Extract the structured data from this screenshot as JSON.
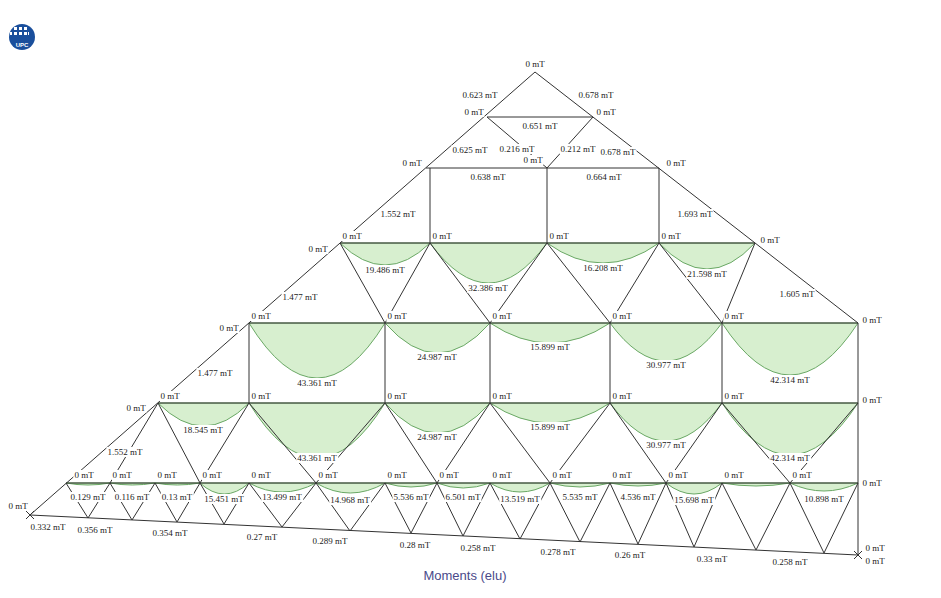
{
  "diagram": {
    "caption": "Moments (elu)",
    "labels": [
      "UPC",
      "0 mT",
      "0.623 mT",
      "0.678 mT",
      "0 mT",
      "0 mT",
      "0.651 mT",
      "0.625 mT",
      "0.216 mT",
      "0.212 mT",
      "0.678 mT",
      "0 mT",
      "0.638 mT",
      "0 mT",
      "0.664 mT",
      "0 mT",
      "1.552 mT",
      "1.693 mT",
      "0 mT",
      "0 mT",
      "0 mT",
      "0 mT",
      "0 mT",
      "0 mT",
      "19.486 mT",
      "32.386 mT",
      "16.208 mT",
      "21.598 mT",
      "1.477 mT",
      "1.605 mT",
      "0 mT",
      "0 mT",
      "0 mT",
      "0 mT",
      "0 mT",
      "0 mT",
      "0 mT",
      "43.361 mT",
      "24.987 mT",
      "15.899 mT",
      "30.977 mT",
      "42.314 mT",
      "1.477 mT",
      "0 mT",
      "0 mT",
      "0 mT",
      "0 mT",
      "0 mT",
      "0 mT",
      "0 mT",
      "0 mT",
      "18.545 mT",
      "43.361 mT",
      "24.987 mT",
      "15.899 mT",
      "30.977 mT",
      "42.314 mT",
      "1.552 mT",
      "0 mT",
      "0 mT",
      "0 mT",
      "0 mT",
      "0 mT",
      "0 mT",
      "0 mT",
      "0 mT",
      "0 mT",
      "0 mT",
      "0 mT",
      "0 mT",
      "0 mT",
      "0 mT",
      "0 mT",
      "0.332 mT",
      "0.129 mT",
      "0.116 mT",
      "0.13 mT",
      "15.451 mT",
      "13.499 mT",
      "14.968 mT",
      "5.536 mT",
      "6.501 mT",
      "13.519 mT",
      "5.535 mT",
      "4.536 mT",
      "15.698 mT",
      "10.898 mT",
      "0 mT",
      "0.356 mT",
      "0.354 mT",
      "0.27 mT",
      "0.289 mT",
      "0.28 mT",
      "0.258 mT",
      "0.278 mT",
      "0.26 mT",
      "0.33 mT",
      "0.258 mT",
      "0 mT",
      "0 mT"
    ]
  }
}
